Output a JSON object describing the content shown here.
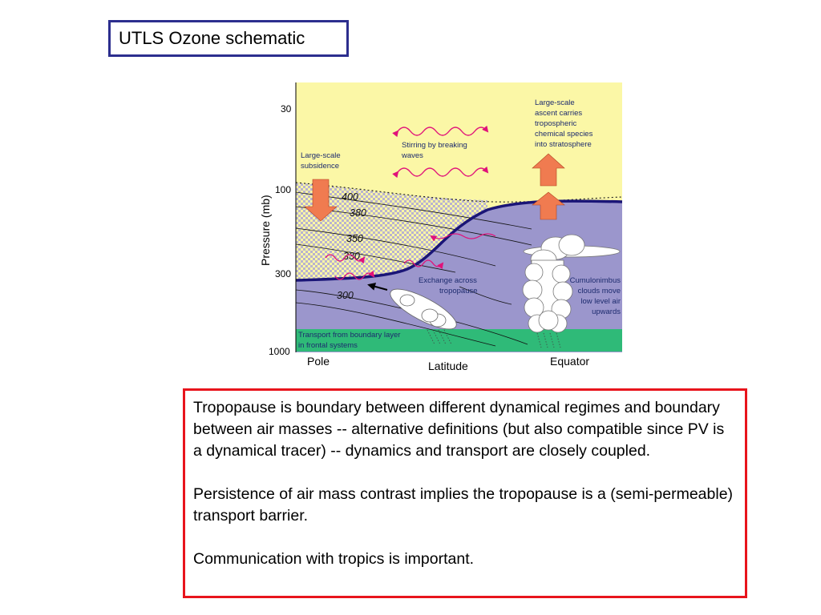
{
  "slide": {
    "title": "UTLS Ozone schematic",
    "paragraphs": [
      "Tropopause is boundary between different dynamical regimes and boundary between air masses -- alternative definitions (but also compatible since PV is a dynamical tracer) -- dynamics and transport are closely coupled.",
      "Persistence of air mass contrast implies the tropopause is a (semi-permeable) transport barrier.",
      "Communication with tropics is important."
    ]
  },
  "diagram": {
    "y_axis_label": "Pressure (mb)",
    "pressure_ticks": [
      "30",
      "100",
      "300",
      "1000"
    ],
    "x_axis_label": "Latitude",
    "x_left_label": "Pole",
    "x_right_label": "Equator",
    "isentropes": [
      "400",
      "380",
      "350",
      "330",
      "300"
    ],
    "annotations": {
      "ascent": [
        "Large-scale",
        "ascent carries",
        "tropospheric",
        "chemical species",
        "into stratosphere"
      ],
      "subsidence": [
        "Large-scale",
        "subsidence"
      ],
      "stirring": [
        "Stirring by breaking",
        "waves"
      ],
      "exchange": [
        "Exchange across",
        "tropopause"
      ],
      "cumulonimbus": [
        "Cumulonimbus",
        "clouds move",
        "low level air",
        "upwards"
      ],
      "boundary": [
        "Transport from boundary layer",
        "in frontal systems"
      ]
    },
    "colors": {
      "stratosphere": "#fbf7a6",
      "troposphere": "#9b96cc",
      "boundary_layer": "#2fba78",
      "tropopause": "#1a1577",
      "arrow_fill": "#f07b50",
      "wave_arrows": "#e0127a",
      "title_border": "#2c2e8e",
      "text_border": "#e8141c"
    }
  }
}
